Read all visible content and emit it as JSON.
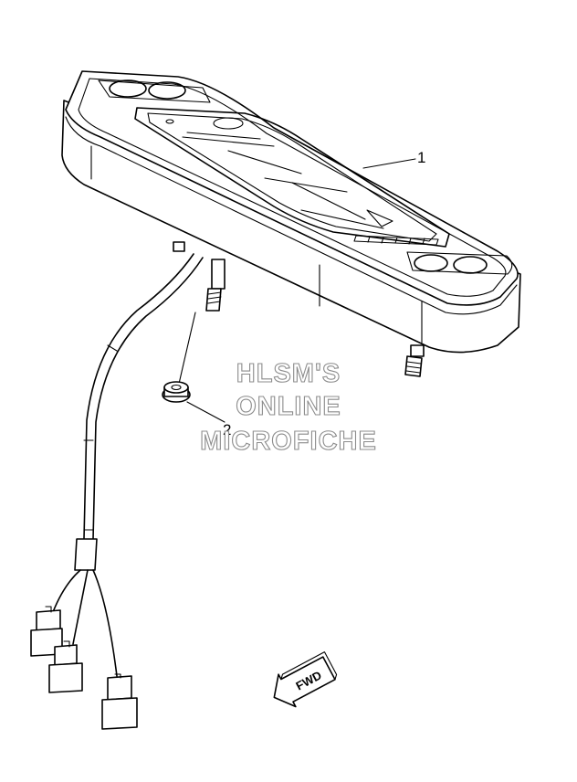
{
  "callouts": {
    "part1": "1",
    "part2": "2"
  },
  "watermark": {
    "line1": "HLSM'S",
    "line2": "ONLINE",
    "line3": "MICROFICHE"
  },
  "direction_arrow": {
    "label": "FWD"
  }
}
